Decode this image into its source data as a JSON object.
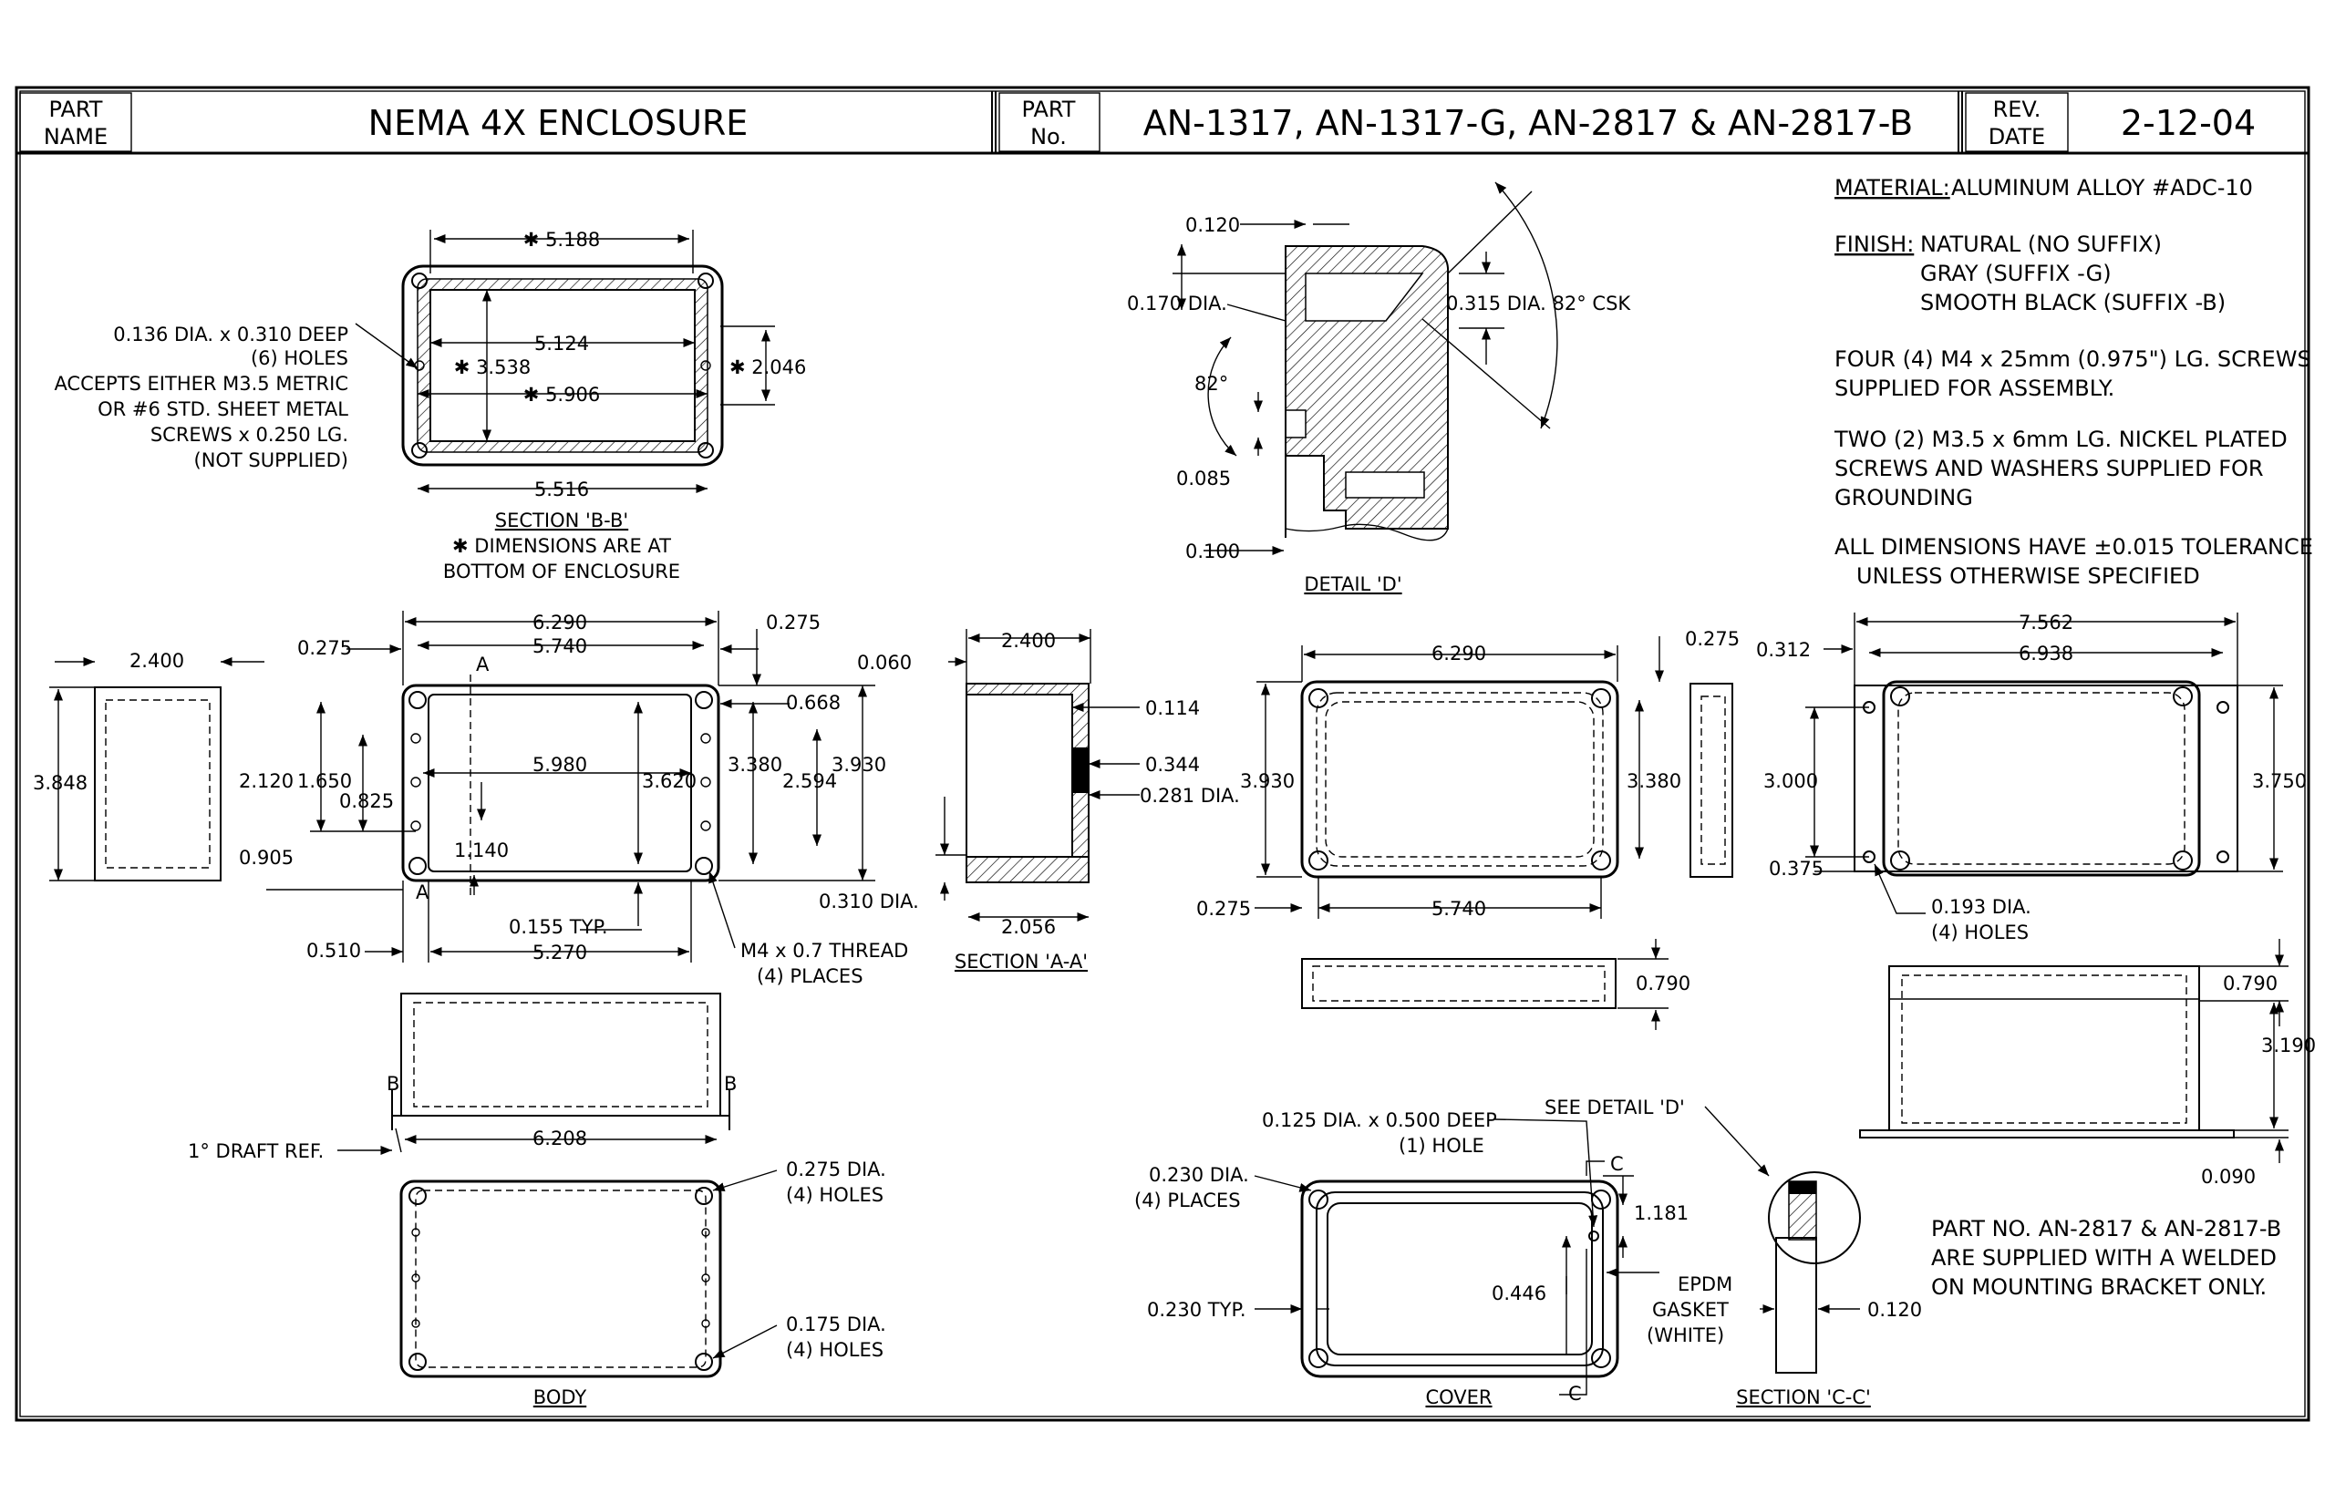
{
  "title_block": {
    "part_name_label_1": "PART",
    "part_name_label_2": "NAME",
    "part_name": "NEMA 4X ENCLOSURE",
    "part_no_label_1": "PART",
    "part_no_label_2": "No.",
    "part_no": "AN-1317, AN-1317-G, AN-2817 & AN-2817-B",
    "rev_label_1": "REV.",
    "rev_label_2": "DATE",
    "rev_date": "2-12-04"
  },
  "notes": {
    "material_key": "MATERIAL:",
    "material_val": "ALUMINUM ALLOY #ADC-10",
    "finish_key": "FINISH:",
    "finish_1": "NATURAL (NO SUFFIX)",
    "finish_2": "GRAY (SUFFIX -G)",
    "finish_3": "SMOOTH BLACK (SUFFIX -B)",
    "screws_1": "FOUR (4) M4 x 25mm (0.975\") LG. SCREWS",
    "screws_2": "SUPPLIED FOR ASSEMBLY.",
    "ground_1": "TWO (2) M3.5 x 6mm LG. NICKEL PLATED",
    "ground_2": "SCREWS AND WASHERS SUPPLIED FOR",
    "ground_3": "GROUNDING",
    "tol_1": "ALL DIMENSIONS HAVE ±0.015 TOLERANCE",
    "tol_2": "UNLESS OTHERWISE SPECIFIED",
    "bracket_1": "PART NO. AN-2817 & AN-2817-B",
    "bracket_2": "ARE SUPPLIED WITH A WELDED",
    "bracket_3": "ON MOUNTING BRACKET ONLY."
  },
  "section_bb": {
    "d_top": "✱ 5.188",
    "d_inner": "5.124",
    "d_mid": "✱ 5.906",
    "d_bottom": "5.516",
    "d_height": "✱ 3.538",
    "d_right": "✱ 2.046",
    "hole_1": "0.136 DIA. x 0.310 DEEP",
    "hole_2": "(6) HOLES",
    "hole_3": "ACCEPTS EITHER M3.5 METRIC",
    "hole_4": "OR #6 STD. SHEET METAL",
    "hole_5": "SCREWS x 0.250 LG.",
    "hole_6": "(NOT SUPPLIED)",
    "title": "SECTION 'B-B'",
    "footnote_1": "✱ DIMENSIONS ARE AT",
    "footnote_2": "BOTTOM OF ENCLOSURE"
  },
  "detail_d": {
    "d_0120": "0.120",
    "d_0170": "0.170 DIA.",
    "d_82": "82°",
    "d_0085": "0.085",
    "d_0100": "0.100",
    "d_csk": "0.315 DIA. 82° CSK",
    "title": "DETAIL 'D'"
  },
  "body_top": {
    "d_2400": "2.400",
    "d_3848": "3.848",
    "d_0275a": "0.275",
    "d_6290": "6.290",
    "d_5740": "5.740",
    "d_0275b": "0.275",
    "d_0668": "0.668",
    "d_2120": "2.120",
    "d_1650": "1.650",
    "d_0825": "0.825",
    "d_5980": "5.980",
    "d_3620": "3.620",
    "d_3380": "3.380",
    "d_2594": "2.594",
    "d_3930": "3.930",
    "d_0905": "0.905",
    "d_1140": "1.140",
    "d_0155": "0.155 TYP.",
    "d_0510": "0.510",
    "d_5270": "5.270",
    "thread_1": "M4 x 0.7 THREAD",
    "thread_2": "(4) PLACES",
    "mark_a": "A"
  },
  "section_aa": {
    "d_0060": "0.060",
    "d_2400": "2.400",
    "d_0114": "0.114",
    "d_0344": "0.344",
    "d_0281": "0.281 DIA.",
    "d_0310": "0.310 DIA.",
    "d_2056": "2.056",
    "title": "SECTION 'A-A'"
  },
  "cover_top": {
    "d_6290": "6.290",
    "d_0275": "0.275",
    "d_3930": "3.930",
    "d_3380": "3.380",
    "d_0275b": "0.275",
    "d_5740": "5.740",
    "d_0790": "0.790"
  },
  "bracket": {
    "d_7562": "7.562",
    "d_6938": "6.938",
    "d_0312": "0.312",
    "d_3000": "3.000",
    "d_0375": "0.375",
    "d_3750": "3.750",
    "hole_1": "0.193 DIA.",
    "hole_2": "(4) HOLES",
    "d_0790": "0.790",
    "d_3190": "3.190",
    "d_0090": "0.090"
  },
  "body_side": {
    "mark_b": "B",
    "draft": "1° DRAFT REF.",
    "d_6208": "6.208",
    "hole_a1": "0.275 DIA.",
    "hole_a2": "(4) HOLES",
    "hole_b1": "0.175 DIA.",
    "hole_b2": "(4) HOLES",
    "title": "BODY"
  },
  "cover": {
    "hole_1": "0.125 DIA. x 0.500 DEEP",
    "hole_2": "(1) HOLE",
    "see_detail": "SEE DETAIL 'D'",
    "places_1": "0.230 DIA.",
    "places_2": "(4) PLACES",
    "typ": "0.230 TYP.",
    "mark_c": "C",
    "d_1181": "1.181",
    "d_0446": "0.446",
    "gasket_1": "EPDM",
    "gasket_2": "GASKET",
    "gasket_3": "(WHITE)",
    "title": "COVER"
  },
  "section_cc": {
    "d_0120": "0.120",
    "title": "SECTION 'C-C'"
  }
}
